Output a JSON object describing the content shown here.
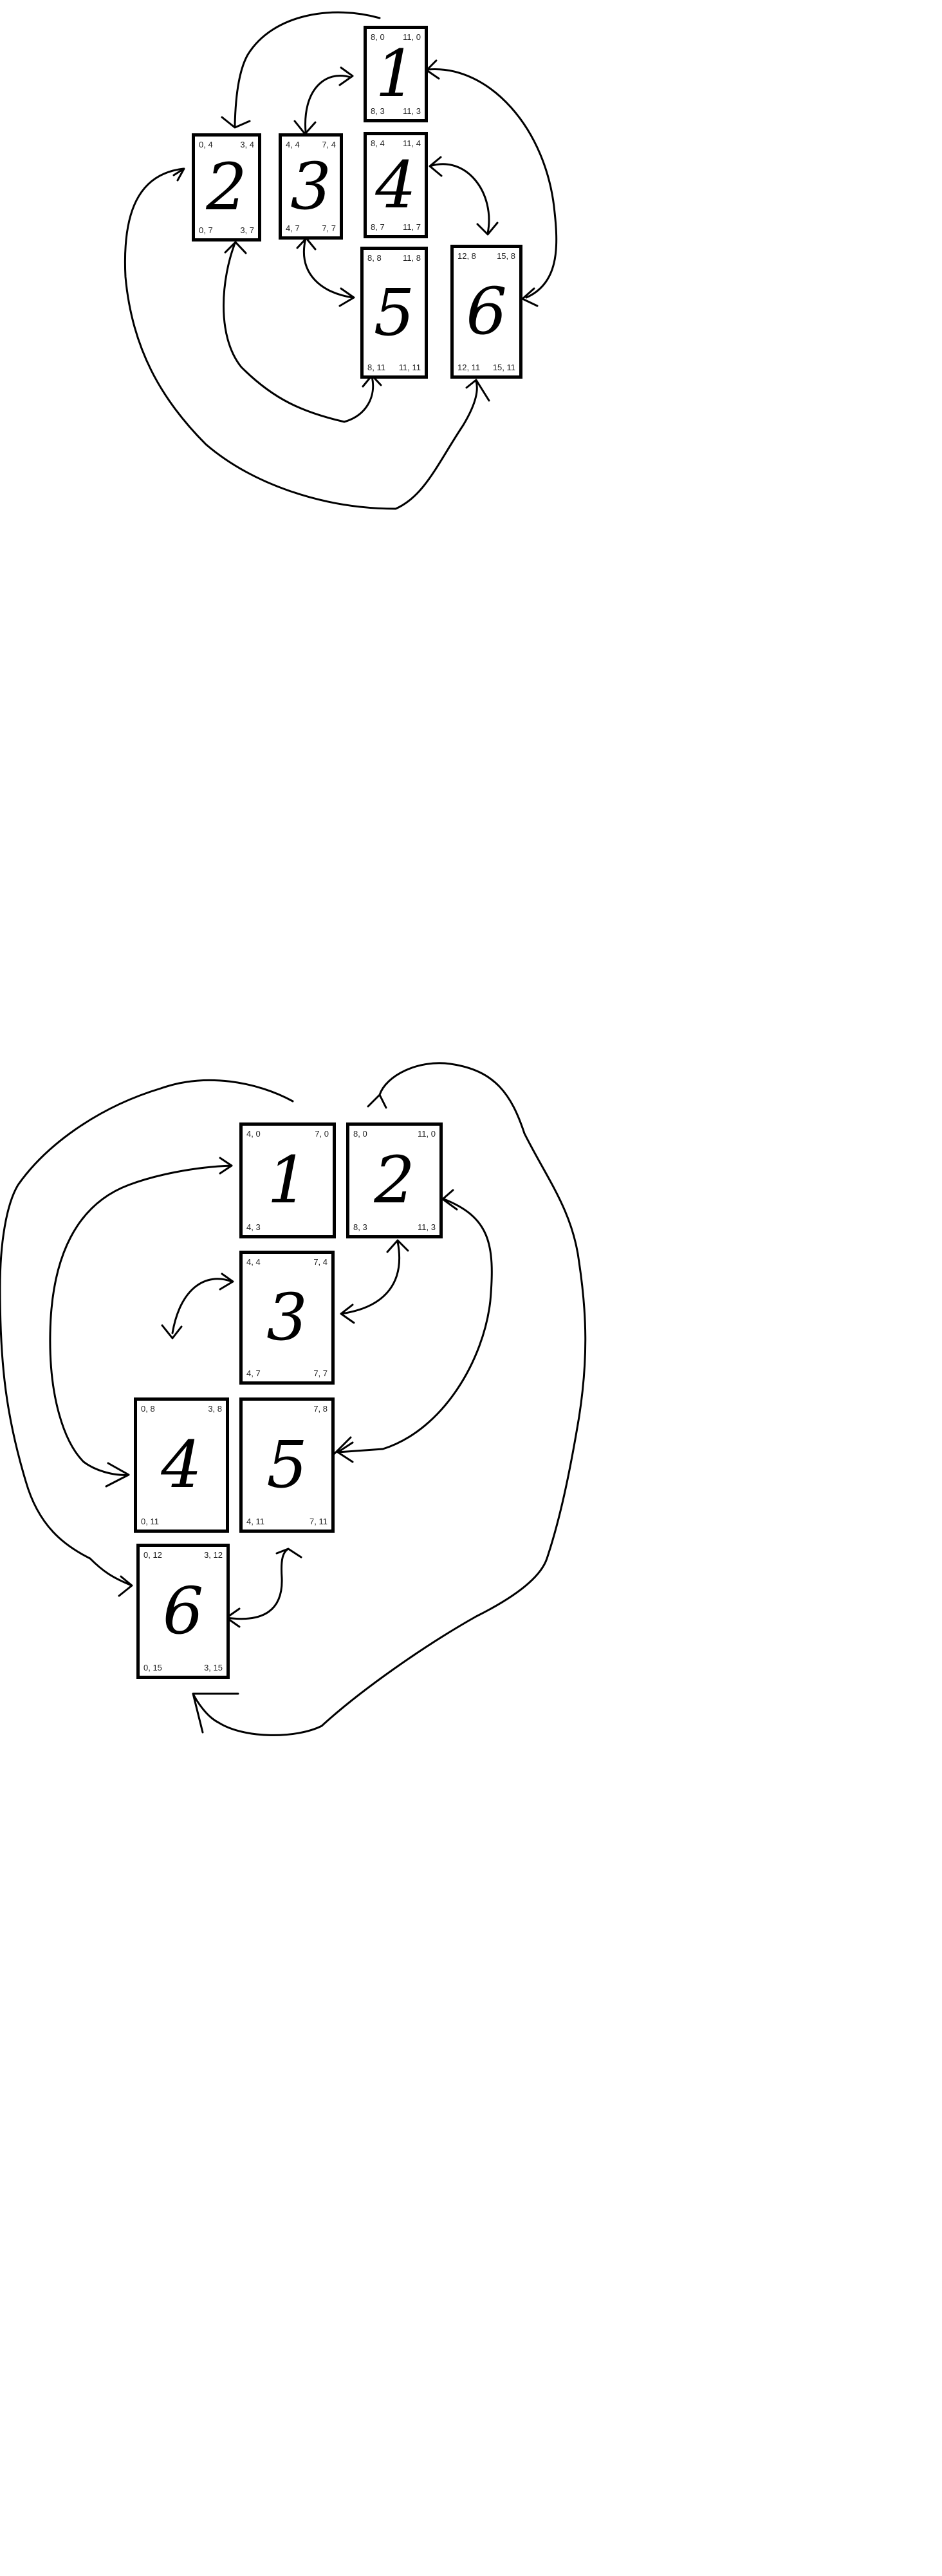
{
  "diagram_top": {
    "boxes": [
      {
        "number": "1",
        "corners": {
          "tl": "8, 0",
          "tr": "11, 0",
          "bl": "8, 3",
          "br": "11, 3"
        }
      },
      {
        "number": "2",
        "corners": {
          "tl": "0, 4",
          "tr": "3, 4",
          "bl": "0, 7",
          "br": "3, 7"
        }
      },
      {
        "number": "3",
        "corners": {
          "tl": "4, 4",
          "tr": "7, 4",
          "bl": "4, 7",
          "br": "7, 7"
        }
      },
      {
        "number": "4",
        "corners": {
          "tl": "8, 4",
          "tr": "11, 4",
          "bl": "8, 7",
          "br": "11, 7"
        }
      },
      {
        "number": "5",
        "corners": {
          "tl": "8, 8",
          "tr": "11, 8",
          "bl": "8, 11",
          "br": "11, 11"
        }
      },
      {
        "number": "6",
        "corners": {
          "tl": "12, 8",
          "tr": "15, 8",
          "bl": "12, 11",
          "br": "15, 11"
        }
      }
    ]
  },
  "diagram_bottom": {
    "boxes": [
      {
        "number": "1",
        "corners": {
          "tl": "4, 0",
          "tr": "7, 0",
          "bl": "4, 3",
          "br": ""
        }
      },
      {
        "number": "2",
        "corners": {
          "tl": "8, 0",
          "tr": "11, 0",
          "bl": "8, 3",
          "br": "11, 3"
        }
      },
      {
        "number": "3",
        "corners": {
          "tl": "4, 4",
          "tr": "7, 4",
          "bl": "4, 7",
          "br": "7, 7"
        }
      },
      {
        "number": "4",
        "corners": {
          "tl": "0, 8",
          "tr": "3, 8",
          "bl": "0, 11",
          "br": ""
        }
      },
      {
        "number": "5",
        "corners": {
          "tl": "",
          "tr": "7, 8",
          "bl": "4, 11",
          "br": "7, 11"
        }
      },
      {
        "number": "6",
        "corners": {
          "tl": "0, 12",
          "tr": "3, 12",
          "bl": "0, 15",
          "br": "3, 15"
        }
      }
    ]
  }
}
